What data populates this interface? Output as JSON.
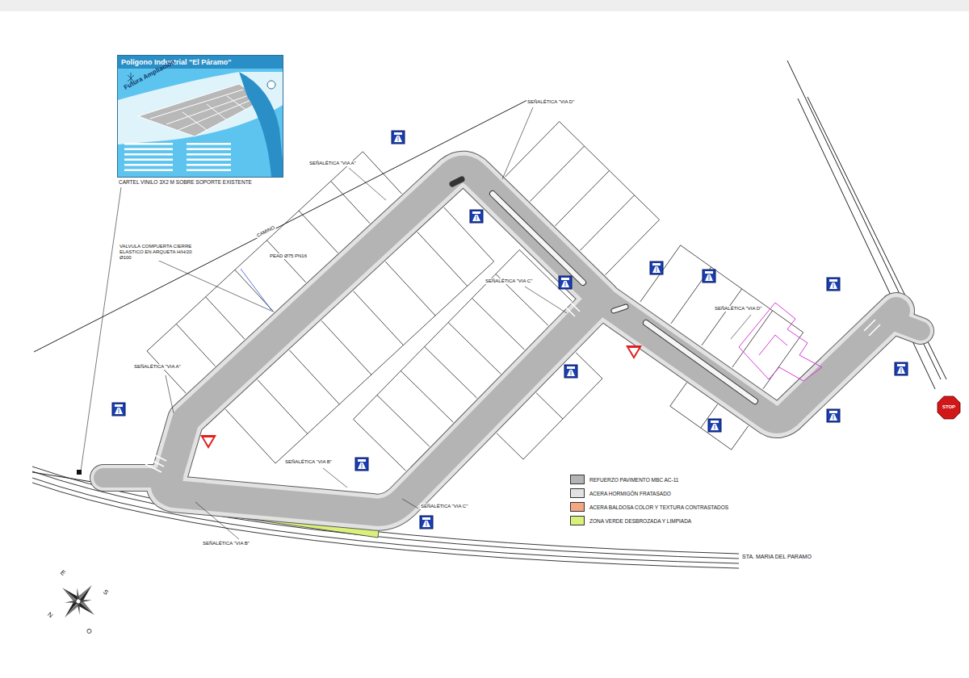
{
  "diagram": {
    "nodes": [
      {
        "text": [
          "Polígono Industrial \"El Páramo\"",
          "Futura Ampliación"
        ]
      }
    ],
    "labels": [
      "CARTEL VINILO 3X2 M SOBRE SOPORTE EXISTENTE",
      "VALVULA COMPUERTA CIERRE ELASTICO EN ARQUETA H/H/20 Ø100",
      "PEAD Ø75 PN16",
      "CAMINO",
      "SEÑALÉTICA \"VIA A\"",
      "SEÑALÉTICA \"VIA A\"",
      "SEÑALÉTICA \"VIA D\"",
      "SEÑALÉTICA \"VIA C\"",
      "SEÑALÉTICA \"VIA D\"",
      "SEÑALÉTICA \"VIA B\"",
      "SEÑALÉTICA \"VIA C\"",
      "SEÑALÉTICA \"VIA B\"",
      "STA. MARIA DEL PARAMO",
      "STOP",
      "E",
      "S",
      "O",
      "N"
    ],
    "legend": [
      {
        "text": "REFUERZO PAVIMENTO MBC AC-11",
        "color": "#b4b4b4"
      },
      {
        "text": "ACERA HORMIGÓN FRATASADO",
        "color": "#e2e2e2"
      },
      {
        "text": "ACERA BALDOSA COLOR Y TEXTURA CONTRASTADOS",
        "color": "#f4a582"
      },
      {
        "text": "ZONA VERDE DESBROZADA Y LIMPIADA",
        "color": "#d9f07a"
      }
    ]
  }
}
